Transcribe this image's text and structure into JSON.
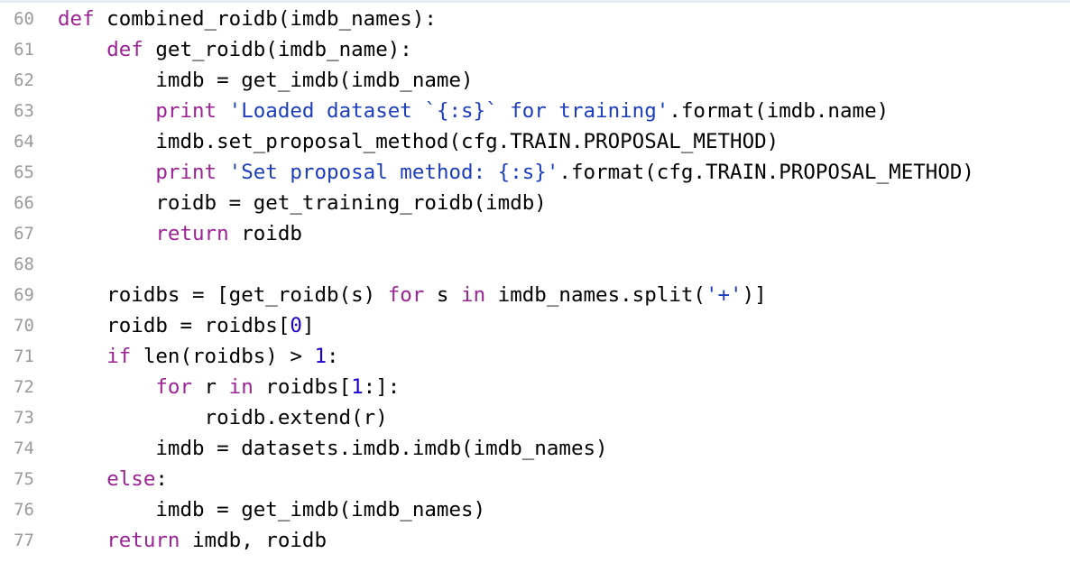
{
  "colors": {
    "keyword": "#9b2393",
    "string": "#1c3dbd",
    "number": "#1c00cf",
    "line_number": "#9a9a9a",
    "text": "#000000",
    "background": "#ffffff"
  },
  "lines": [
    {
      "number": "60",
      "tokens": [
        {
          "t": "def",
          "c": "kw"
        },
        {
          "t": " combined_roidb(imdb_names):",
          "c": ""
        }
      ]
    },
    {
      "number": "61",
      "tokens": [
        {
          "t": "    ",
          "c": ""
        },
        {
          "t": "def",
          "c": "kw"
        },
        {
          "t": " get_roidb(imdb_name):",
          "c": ""
        }
      ]
    },
    {
      "number": "62",
      "tokens": [
        {
          "t": "        imdb = get_imdb(imdb_name)",
          "c": ""
        }
      ]
    },
    {
      "number": "63",
      "tokens": [
        {
          "t": "        ",
          "c": ""
        },
        {
          "t": "print",
          "c": "kw"
        },
        {
          "t": " ",
          "c": ""
        },
        {
          "t": "'Loaded dataset `{:s}` for training'",
          "c": "str"
        },
        {
          "t": ".format(imdb.name)",
          "c": ""
        }
      ]
    },
    {
      "number": "64",
      "tokens": [
        {
          "t": "        imdb.set_proposal_method(cfg.TRAIN.PROPOSAL_METHOD)",
          "c": ""
        }
      ]
    },
    {
      "number": "65",
      "tokens": [
        {
          "t": "        ",
          "c": ""
        },
        {
          "t": "print",
          "c": "kw"
        },
        {
          "t": " ",
          "c": ""
        },
        {
          "t": "'Set proposal method: {:s}'",
          "c": "str"
        },
        {
          "t": ".format(cfg.TRAIN.PROPOSAL_METHOD)",
          "c": ""
        }
      ]
    },
    {
      "number": "66",
      "tokens": [
        {
          "t": "        roidb = get_training_roidb(imdb)",
          "c": ""
        }
      ]
    },
    {
      "number": "67",
      "tokens": [
        {
          "t": "        ",
          "c": ""
        },
        {
          "t": "return",
          "c": "kw"
        },
        {
          "t": " roidb",
          "c": ""
        }
      ]
    },
    {
      "number": "68",
      "tokens": []
    },
    {
      "number": "69",
      "tokens": [
        {
          "t": "    roidbs = [get_roidb(s) ",
          "c": ""
        },
        {
          "t": "for",
          "c": "kw"
        },
        {
          "t": " s ",
          "c": ""
        },
        {
          "t": "in",
          "c": "kw"
        },
        {
          "t": " imdb_names.split(",
          "c": ""
        },
        {
          "t": "'+'",
          "c": "str"
        },
        {
          "t": ")]",
          "c": ""
        }
      ]
    },
    {
      "number": "70",
      "tokens": [
        {
          "t": "    roidb = roidbs[",
          "c": ""
        },
        {
          "t": "0",
          "c": "num"
        },
        {
          "t": "]",
          "c": ""
        }
      ]
    },
    {
      "number": "71",
      "tokens": [
        {
          "t": "    ",
          "c": ""
        },
        {
          "t": "if",
          "c": "kw"
        },
        {
          "t": " len(roidbs) > ",
          "c": ""
        },
        {
          "t": "1",
          "c": "num"
        },
        {
          "t": ":",
          "c": ""
        }
      ]
    },
    {
      "number": "72",
      "tokens": [
        {
          "t": "        ",
          "c": ""
        },
        {
          "t": "for",
          "c": "kw"
        },
        {
          "t": " r ",
          "c": ""
        },
        {
          "t": "in",
          "c": "kw"
        },
        {
          "t": " roidbs[",
          "c": ""
        },
        {
          "t": "1",
          "c": "num"
        },
        {
          "t": ":]:",
          "c": ""
        }
      ]
    },
    {
      "number": "73",
      "tokens": [
        {
          "t": "            roidb.extend(r)",
          "c": ""
        }
      ]
    },
    {
      "number": "74",
      "tokens": [
        {
          "t": "        imdb = datasets.imdb.imdb(imdb_names)",
          "c": ""
        }
      ]
    },
    {
      "number": "75",
      "tokens": [
        {
          "t": "    ",
          "c": ""
        },
        {
          "t": "else",
          "c": "kw"
        },
        {
          "t": ":",
          "c": ""
        }
      ]
    },
    {
      "number": "76",
      "tokens": [
        {
          "t": "        imdb = get_imdb(imdb_names)",
          "c": ""
        }
      ]
    },
    {
      "number": "77",
      "tokens": [
        {
          "t": "    ",
          "c": ""
        },
        {
          "t": "return",
          "c": "kw"
        },
        {
          "t": " imdb, roidb",
          "c": ""
        }
      ]
    }
  ]
}
